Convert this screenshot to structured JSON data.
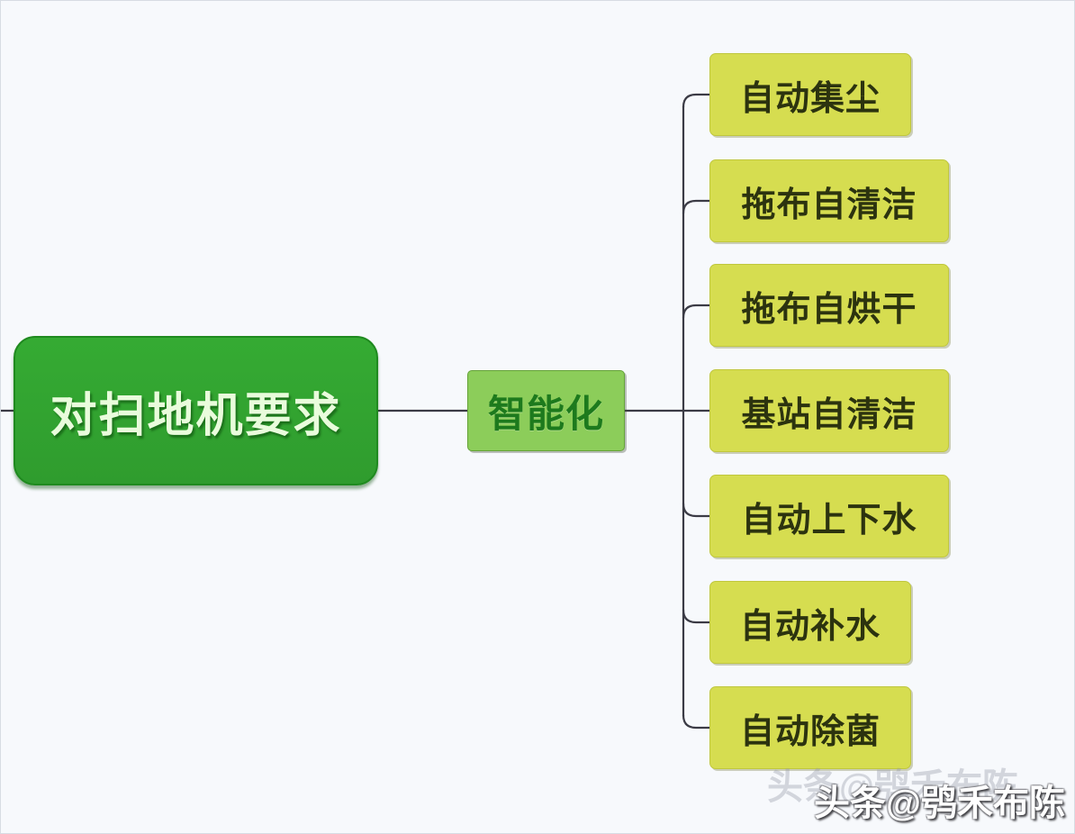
{
  "canvas": {
    "background": "#f7f9fc",
    "connector_color": "#3b3b45"
  },
  "mindmap": {
    "root": {
      "label": "对扫地机要求",
      "fill": "#32a432",
      "border": "#1f8a1f",
      "text_color": "#e9fcdc"
    },
    "branch": {
      "label": "智能化",
      "fill": "#8ccd5a",
      "text_color": "#1d7a1d"
    },
    "leaf_style": {
      "fill": "#d6dd50",
      "text_color": "#2c330f"
    },
    "leaves": [
      {
        "label": "自动集尘"
      },
      {
        "label": "拖布自清洁"
      },
      {
        "label": "拖布自烘干"
      },
      {
        "label": "基站自清洁"
      },
      {
        "label": "自动上下水"
      },
      {
        "label": "自动补水"
      },
      {
        "label": "自动除菌"
      }
    ]
  },
  "watermark": {
    "text": "头条@鸮禾布陈"
  }
}
